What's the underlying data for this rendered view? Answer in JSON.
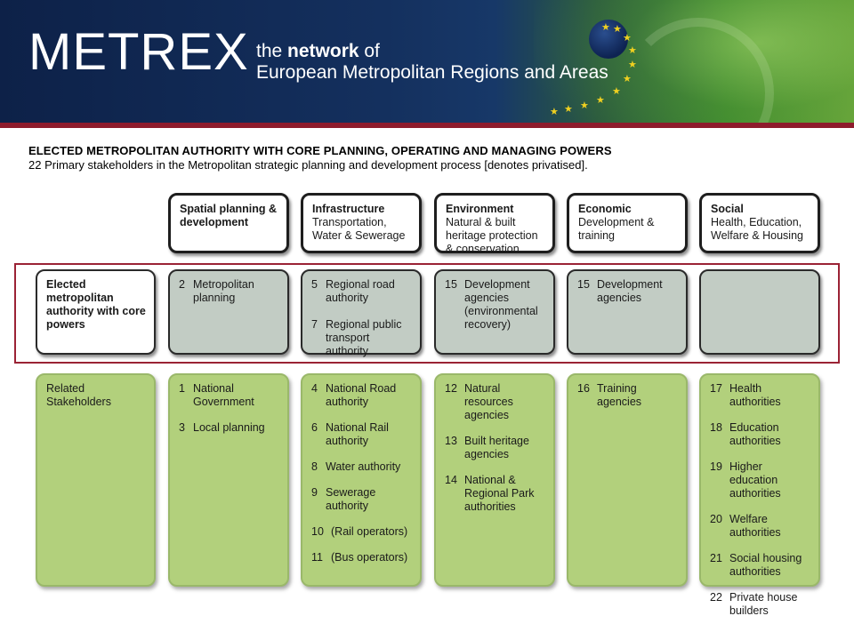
{
  "banner": {
    "logo": "METREX",
    "tagline_prefix": "the ",
    "tagline_bold": "network",
    "tagline_suffix": " of",
    "tagline_line2": "European Metropolitan Regions and Areas"
  },
  "heading": "ELECTED METROPOLITAN AUTHORITY WITH CORE PLANNING, OPERATING AND MANAGING POWERS",
  "subheading": "22 Primary stakeholders in the Metropolitan strategic planning and development process [denotes privatised].",
  "headers": [
    {
      "title": "Spatial planning & development",
      "sub": ""
    },
    {
      "title": "Infrastructure",
      "sub": "Transportation, Water & Sewerage"
    },
    {
      "title": "Environment",
      "sub": "Natural & built heritage protection & conservation"
    },
    {
      "title": "Economic",
      "sub": "Development & training"
    },
    {
      "title": "Social",
      "sub": "Health, Education, Welfare & Housing"
    }
  ],
  "core_label": "Elected metropolitan authority with core powers",
  "core": [
    [
      {
        "num": "2",
        "text": "Metropolitan planning"
      }
    ],
    [
      {
        "num": "5",
        "text": "Regional road authority"
      },
      {
        "num": "7",
        "text": "Regional public transport authority"
      }
    ],
    [
      {
        "num": "15",
        "text": "Development agencies (environmental recovery)"
      }
    ],
    [
      {
        "num": "15",
        "text": "Development agencies"
      }
    ],
    []
  ],
  "stake_label": "Related Stakeholders",
  "stakeholders": [
    [
      {
        "num": "1",
        "text": "National Government"
      },
      {
        "num": "3",
        "text": "Local planning"
      }
    ],
    [
      {
        "num": "4",
        "text": "National Road authority"
      },
      {
        "num": "6",
        "text": "National Rail authority"
      },
      {
        "num": "8",
        "text": "Water authority"
      },
      {
        "num": "9",
        "text": "Sewerage authority"
      },
      {
        "num": "10",
        "text": "(Rail operators)"
      },
      {
        "num": "11",
        "text": "(Bus operators)"
      }
    ],
    [
      {
        "num": "12",
        "text": "Natural resources agencies"
      },
      {
        "num": "13",
        "text": "Built heritage agencies"
      },
      {
        "num": "14",
        "text": "National & Regional Park authorities"
      }
    ],
    [
      {
        "num": "16",
        "text": "Training agencies"
      }
    ],
    [
      {
        "num": "17",
        "text": "Health authorities"
      },
      {
        "num": "18",
        "text": "Education authorities"
      },
      {
        "num": "19",
        "text": "Higher education authorities"
      },
      {
        "num": "20",
        "text": "Welfare authorities"
      },
      {
        "num": "21",
        "text": "Social housing authorities"
      },
      {
        "num": "22",
        "text": "Private house builders"
      }
    ]
  ]
}
